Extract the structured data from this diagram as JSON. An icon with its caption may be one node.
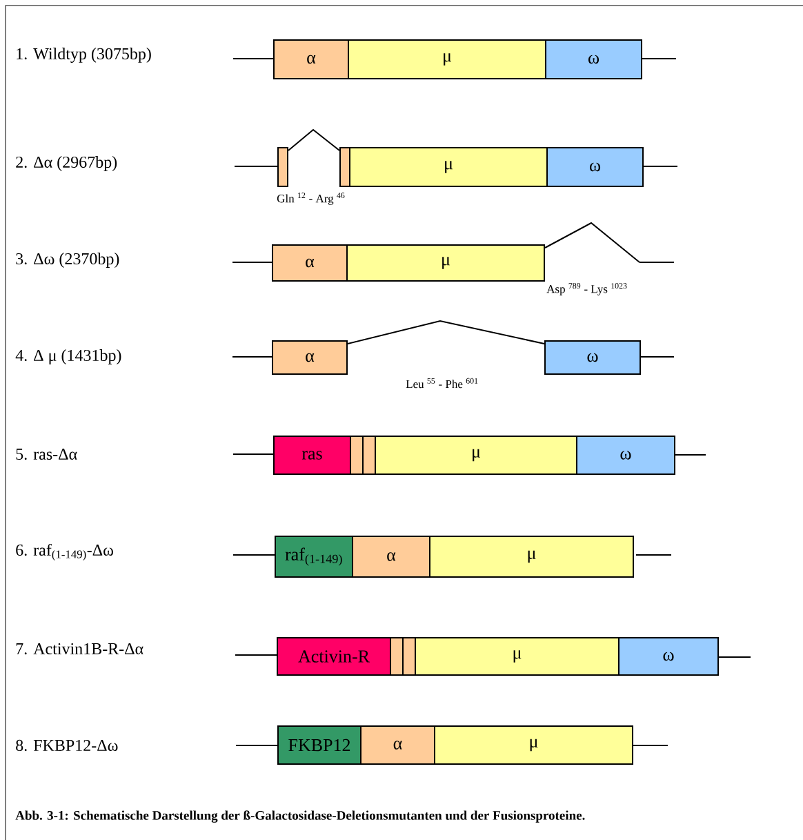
{
  "diagram": {
    "caption": "Abb. 3-1: Schematische Darstellung der ß-Galactosidase-Deletionsmutanten und der Fusionsproteine.",
    "nodes": [
      {
        "text": [
          "α"
        ]
      },
      {
        "text": [
          "μ"
        ]
      },
      {
        "text": [
          "ω"
        ]
      },
      {
        "text": [],
        "shape": "box"
      },
      {
        "text": [],
        "shape": "box"
      },
      {
        "text": [
          "μ"
        ]
      },
      {
        "text": [
          "ω"
        ]
      },
      {
        "text": [
          "α"
        ]
      },
      {
        "text": [
          "μ"
        ]
      },
      {
        "text": [
          "α"
        ]
      },
      {
        "text": [
          "ω"
        ]
      },
      {
        "text": [
          "ras"
        ]
      },
      {
        "text": [],
        "shape": "box"
      },
      {
        "text": [],
        "shape": "box"
      },
      {
        "text": [
          "μ"
        ]
      },
      {
        "text": [
          "ω"
        ]
      },
      {
        "text": [
          "raf$_{(1-149)}$"
        ]
      },
      {
        "text": [
          "α"
        ]
      },
      {
        "text": [
          "μ"
        ]
      },
      {
        "text": [
          "Activin-R"
        ]
      },
      {
        "text": [],
        "shape": "box"
      },
      {
        "text": [],
        "shape": "box"
      },
      {
        "text": [
          "μ"
        ]
      },
      {
        "text": [
          "ω"
        ]
      },
      {
        "text": [
          "FKBP12"
        ]
      },
      {
        "text": [
          "α"
        ]
      },
      {
        "text": [
          "μ"
        ]
      }
    ],
    "edges": [
      {
        "from": 3,
        "to": 4,
        "arrow": "none"
      },
      {
        "from": 8,
        "to": null,
        "arrow": "none"
      },
      {
        "from": 9,
        "to": 10,
        "arrow": "none"
      }
    ],
    "labels": [
      "1. Wildtyp (3075bp)",
      "2. Δα (2967bp)",
      "Gln $^{12}$ - Arg $^{46}$",
      "3. Δω (2370bp)",
      "Asp $^{789}$ - Lys $^{1023}$",
      "4. Δ μ (1431bp)",
      "Leu $^{55}$ - Phe $^{601}$",
      "5. ras-Δα",
      "6. raf$_{(1-149)}$-Δω",
      "7. Activin1B-R-Δα",
      "8. FKBP12-Δω"
    ]
  }
}
